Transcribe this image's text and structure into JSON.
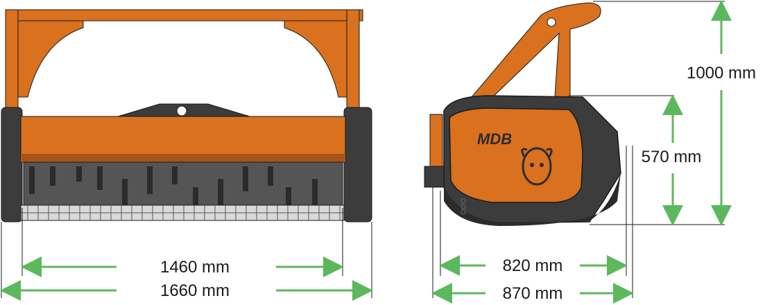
{
  "colors": {
    "machine_orange": "#d9711f",
    "machine_orange_dark": "#a9521a",
    "housing_dark": "#3c3c3c",
    "housing_mid": "#555555",
    "dimension_arrow": "#5cb85c",
    "guide_line": "#1a1a1a"
  },
  "front_view": {
    "dimensions": {
      "inner_width": "1460 mm",
      "outer_width": "1660 mm"
    }
  },
  "side_view": {
    "logo": "MDB",
    "dimensions": {
      "total_height": "1000 mm",
      "housing_height": "570 mm",
      "inner_depth": "820 mm",
      "outer_depth": "870 mm"
    }
  }
}
